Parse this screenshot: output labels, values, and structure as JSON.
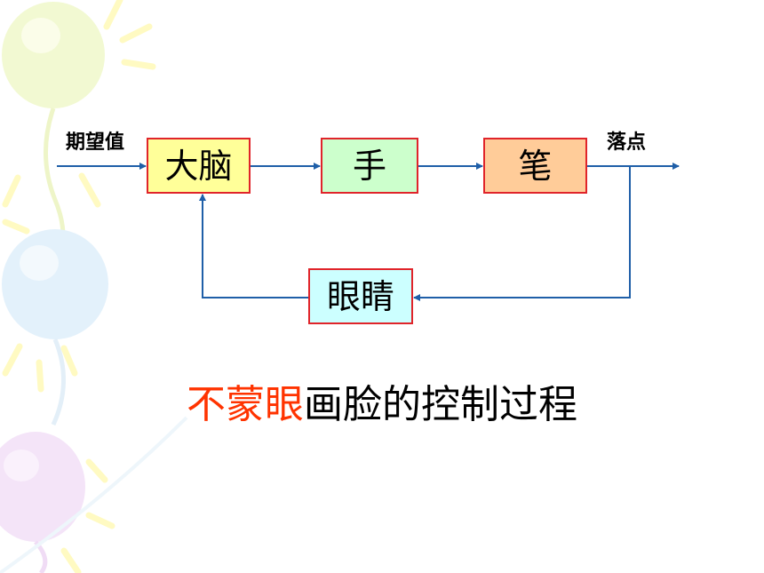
{
  "colors": {
    "line": "#1f5fa8",
    "box_border": "#e0242a",
    "caption_highlight": "#ff3300",
    "caption_text": "#000000"
  },
  "diagram": {
    "input_label": "期望值",
    "output_label": "落点",
    "blocks": {
      "brain": "大脑",
      "hand": "手",
      "pen": "笔",
      "eyes": "眼睛"
    },
    "caption": {
      "highlight": "不蒙眼",
      "rest": "画脸的控制过程"
    }
  },
  "decorations": [
    "balloon",
    "balloon",
    "balloon"
  ]
}
